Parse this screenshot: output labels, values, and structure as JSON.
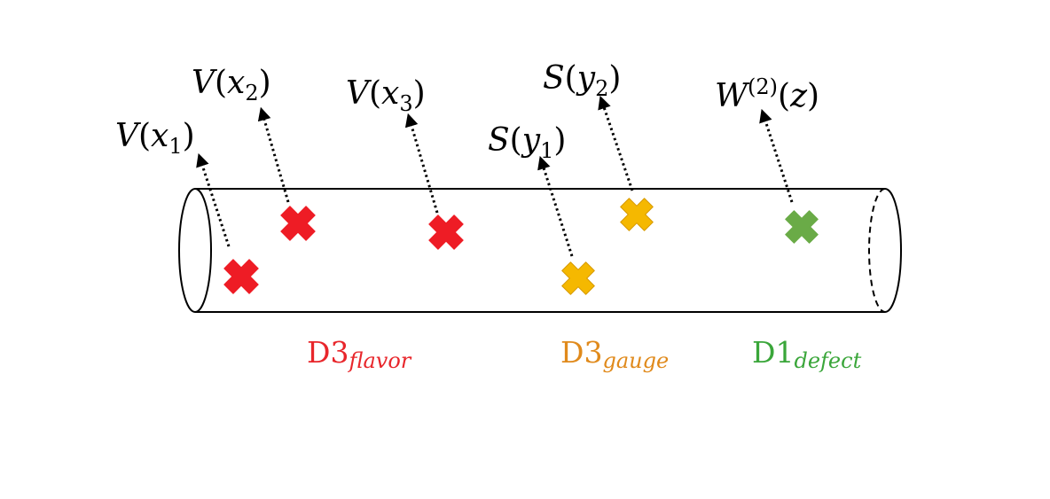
{
  "colors": {
    "flavor": "#ee1c25",
    "gauge": "#f5b800",
    "gauge_stroke": "#d79a00",
    "defect": "#6aab47",
    "outline": "#000000",
    "flavor_text": "#e8262b",
    "gauge_text": "#e08a1c",
    "defect_text": "#3aa63a"
  },
  "icons": {
    "flavor": "cross-mark-icon",
    "gauge": "cross-mark-icon",
    "defect": "cross-mark-icon"
  },
  "operators": [
    {
      "id": "v-x1",
      "kind": "flavor",
      "fn": "V",
      "var": "x",
      "sub": "1",
      "sup": "",
      "text": "V(x1)"
    },
    {
      "id": "v-x2",
      "kind": "flavor",
      "fn": "V",
      "var": "x",
      "sub": "2",
      "sup": "",
      "text": "V(x2)"
    },
    {
      "id": "v-x3",
      "kind": "flavor",
      "fn": "V",
      "var": "x",
      "sub": "3",
      "sup": "",
      "text": "V(x3)"
    },
    {
      "id": "s-y1",
      "kind": "gauge",
      "fn": "S",
      "var": "y",
      "sub": "1",
      "sup": "",
      "text": "S(y1)"
    },
    {
      "id": "s-y2",
      "kind": "gauge",
      "fn": "S",
      "var": "y",
      "sub": "2",
      "sup": "",
      "text": "S(y2)"
    },
    {
      "id": "w-z",
      "kind": "defect",
      "fn": "W",
      "var": "z",
      "sub": "",
      "sup": "(2)",
      "text": "W(2)(z)"
    }
  ],
  "branes": [
    {
      "id": "flavor",
      "base": "D3",
      "sub": "flavor"
    },
    {
      "id": "gauge",
      "base": "D3",
      "sub": "gauge"
    },
    {
      "id": "defect",
      "base": "D1",
      "sub": "defect"
    }
  ]
}
